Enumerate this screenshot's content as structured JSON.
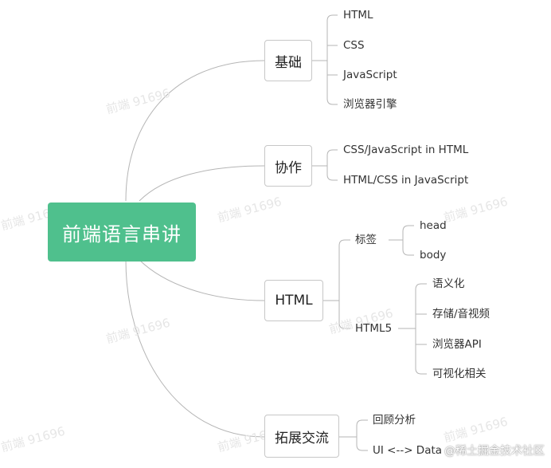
{
  "root": {
    "label": "前端语言串讲",
    "color": "#4fc08d"
  },
  "branches": {
    "basics": {
      "label": "基础",
      "items": [
        "HTML",
        "CSS",
        "JavaScript",
        "浏览器引擎"
      ]
    },
    "cooperation": {
      "label": "协作",
      "items": [
        "CSS/JavaScript in HTML",
        "HTML/CSS in JavaScript"
      ]
    },
    "html": {
      "label": "HTML",
      "tags": {
        "label": "标签",
        "items": [
          "head",
          "body"
        ]
      },
      "html5": {
        "label": "HTML5",
        "items": [
          "语义化",
          "存储/音视频",
          "浏览器API",
          "可视化相关"
        ]
      }
    },
    "extension": {
      "label": "拓展交流",
      "items": [
        "回顾分析",
        "UI <--> Data"
      ]
    }
  },
  "watermark": "前端 91696",
  "credit": "@稀土掘金技术社区",
  "colors": {
    "line": "#b5b5b5",
    "box_border": "#c7c7c7"
  }
}
